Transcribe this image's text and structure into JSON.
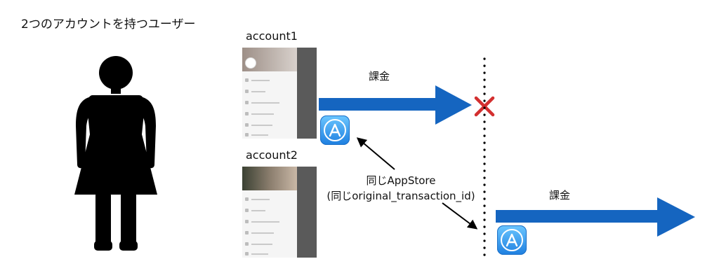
{
  "title": "2つのアカウントを持つユーザー",
  "accounts": [
    {
      "label": "account1"
    },
    {
      "label": "account2"
    }
  ],
  "charge_label_1": "課金",
  "charge_label_2": "課金",
  "annotation": {
    "line1": "同じAppStore",
    "line2": "(同じoriginal_transaction_id)"
  },
  "colors": {
    "arrow": "#1565c0",
    "cross": "#d32f2f",
    "figure": "#000000",
    "dots": "#000000"
  },
  "icons": [
    "person-icon",
    "app-store-icon",
    "cross-icon",
    "arrow-right-icon"
  ]
}
